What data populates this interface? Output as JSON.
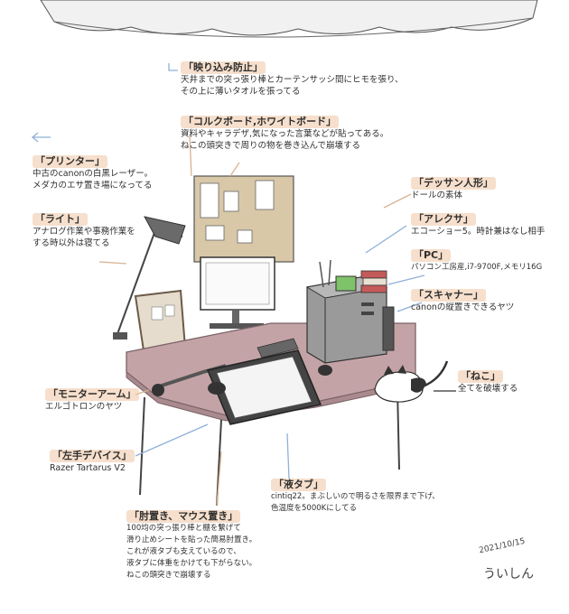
{
  "annotations": {
    "anti_reflection": {
      "title": "「映り込み防止」",
      "lines": [
        "天井までの突っ張り棒とカーテンサッシ間にヒモを張り、",
        "その上に薄いタオルを張ってる"
      ]
    },
    "cork_board": {
      "title": "「コルクボード,ホワイトボード」",
      "lines": [
        "資料やキャラデザ,気になった言葉などが貼ってある。",
        "ねこの頭突きで周りの物を巻き込んで崩壊する"
      ]
    },
    "printer": {
      "title": "「プリンター」",
      "lines": [
        "中古のcanonの白黒レーザー。",
        "メダカのエサ置き場になってる"
      ]
    },
    "light": {
      "title": "「ライト」",
      "lines": [
        "アナログ作業や事務作業を",
        "する時以外は寝てる"
      ]
    },
    "dessin_doll": {
      "title": "「デッサン人形」",
      "lines": [
        "ドールの素体"
      ]
    },
    "alexa": {
      "title": "「アレクサ」",
      "lines": [
        "エコーショー5。時計兼はなし相手"
      ]
    },
    "pc": {
      "title": "「PC」",
      "lines": [
        "パソコン工房産,i7-9700F,メモリ16G"
      ]
    },
    "scanner": {
      "title": "「スキャナー」",
      "lines": [
        "canonの縦置きできるヤツ"
      ]
    },
    "monitor_arm": {
      "title": "「モニターアーム」",
      "lines": [
        "エルゴトロンのヤツ"
      ]
    },
    "cat": {
      "title": "「ねこ」",
      "lines": [
        "全てを破壊する"
      ]
    },
    "left_device": {
      "title": "「左手デバイス」",
      "lines": [
        "Razer Tartarus V2"
      ]
    },
    "pen_tablet": {
      "title": "「液タブ」",
      "lines": [
        "cintiq22。まぶしいので明るさを限界まで下げ、",
        "色温度を5000Kにしてる"
      ]
    },
    "arm_rest": {
      "title": "「肘置き、マウス置き」",
      "lines": [
        "100均の突っ張り棒と棚を繋げて",
        "滑り止めシートを貼った簡易肘置き。",
        "これが液タブも支えているので、",
        "液タブに体重をかけても下がらない。",
        "ねこの頭突きで崩壊する"
      ]
    }
  },
  "date": "2021/10/15",
  "signature": "ういしん",
  "colors": {
    "desk": "#c4a3a6",
    "desk_edge": "#a98a8e",
    "note_highlight": "#eec4a2",
    "arrow_blue": "#8fb0d8",
    "arrow_tan": "#d7b493",
    "pc_case": "#9a9a9a",
    "corkboard": "#d8c8a8"
  }
}
